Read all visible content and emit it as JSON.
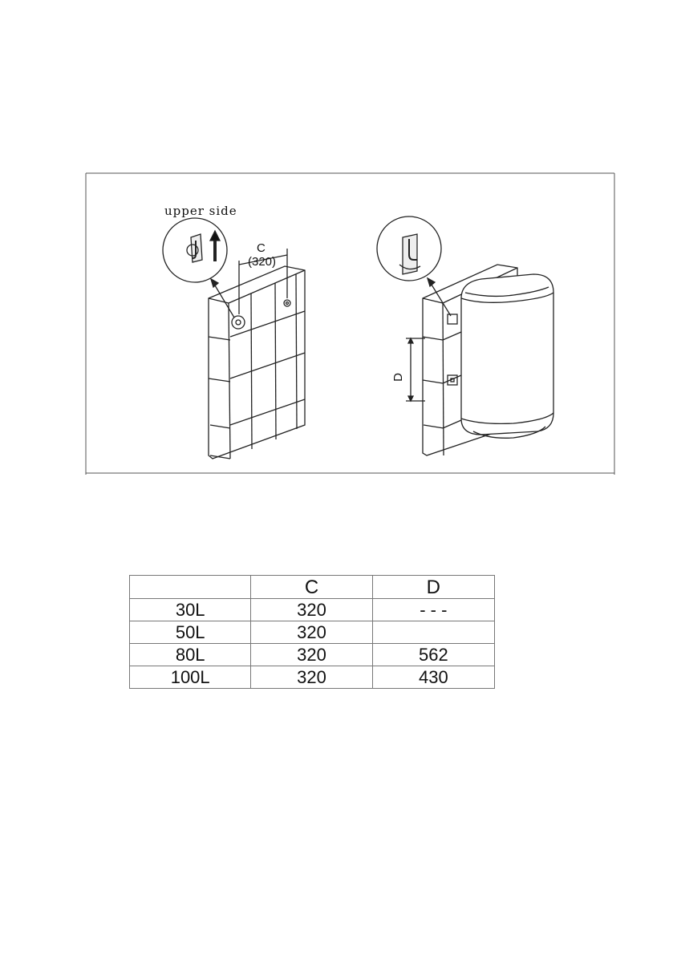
{
  "figure": {
    "upper_side_label": "upper side",
    "dim_c_label": "C",
    "dim_c_value": "(320)",
    "dim_d_label": "D"
  },
  "table": {
    "headers": [
      "",
      "C",
      "D"
    ],
    "rows": [
      {
        "model": "30L",
        "c": "320",
        "d": "- - -"
      },
      {
        "model": "50L",
        "c": "320",
        "d": ""
      },
      {
        "model": "80L",
        "c": "320",
        "d": "562"
      },
      {
        "model": "100L",
        "c": "320",
        "d": "430"
      }
    ]
  }
}
